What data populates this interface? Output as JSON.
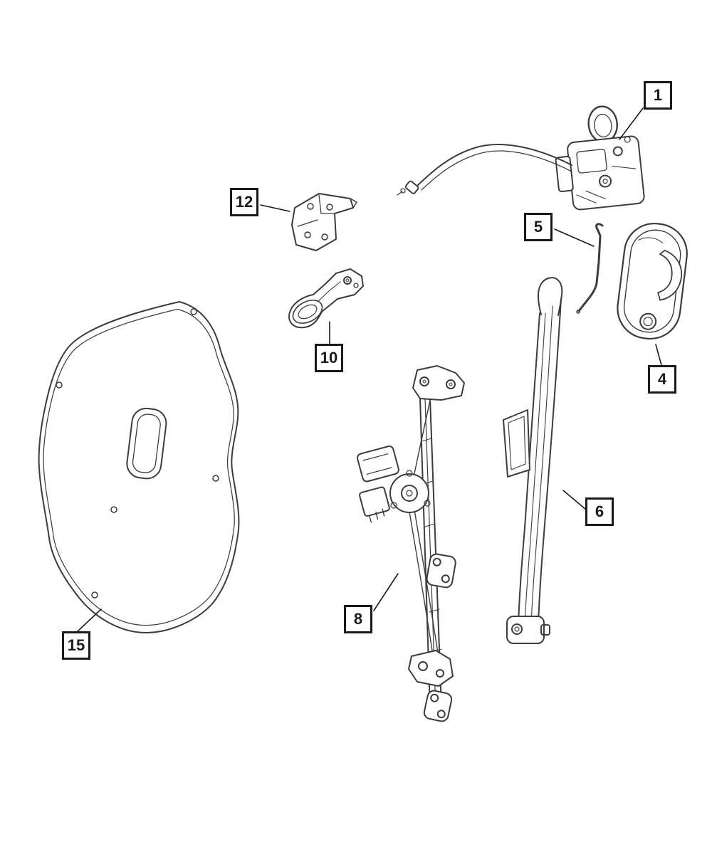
{
  "diagram": {
    "background": "#ffffff",
    "line_color": "#3c3c3c",
    "callouts": [
      {
        "number": "1"
      },
      {
        "number": "12"
      },
      {
        "number": "5"
      },
      {
        "number": "10"
      },
      {
        "number": "4"
      },
      {
        "number": "6"
      },
      {
        "number": "8"
      },
      {
        "number": "15"
      }
    ]
  }
}
